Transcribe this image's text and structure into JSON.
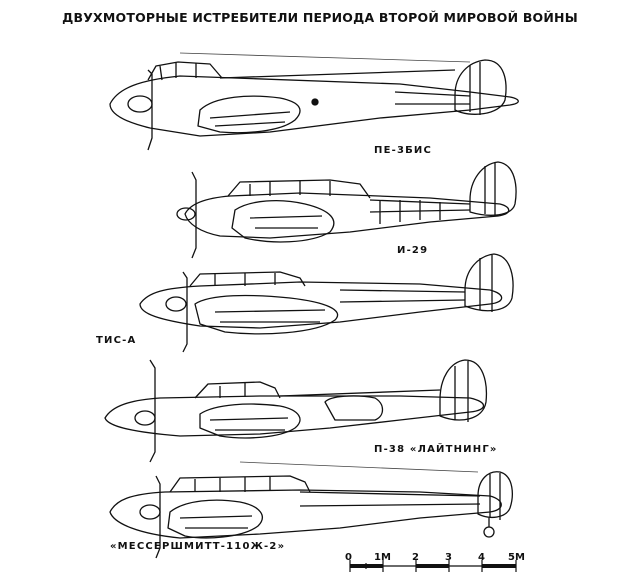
{
  "page": {
    "title": "ДВУХМОТОРНЫЕ ИСТРЕБИТЕЛИ ПЕРИОДА ВТОРОЙ МИРОВОЙ ВОЙНЫ"
  },
  "aircraft": [
    {
      "label": "ПЕ-3БИС"
    },
    {
      "label": "И-29"
    },
    {
      "label": "ТИС-А"
    },
    {
      "label": "П-38 «ЛАЙТНИНГ»"
    },
    {
      "label": "«МЕССЕРШМИТТ-110Ж-2»"
    }
  ],
  "scale": {
    "ticks": [
      "0",
      "1М",
      "2",
      "3",
      "4",
      "5М"
    ]
  }
}
